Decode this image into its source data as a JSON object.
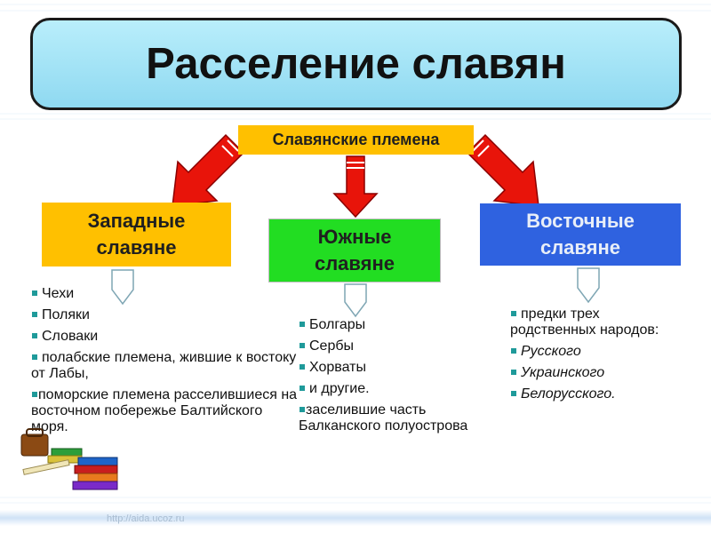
{
  "title": "Расселение славян",
  "root": {
    "label": "Славянские племена"
  },
  "groups": [
    {
      "line1": "Западные",
      "line2": "славяне",
      "items": [
        "Чехи",
        "Поляки",
        "Словаки",
        "полабские племена, жившие к востоку от Лабы,",
        "поморские племена расселившиеся на восточном побережье Балтийского моря."
      ]
    },
    {
      "line1": "Южные",
      "line2": "славяне",
      "items": [
        "Болгары",
        "Сербы",
        "Хорваты",
        "и другие.",
        "заселившие часть Балканского полуострова"
      ]
    },
    {
      "line1": "Восточные",
      "line2": "славяне",
      "items": [
        "предки трех родственных народов:",
        "Русского",
        "Украинского",
        "Белорусского."
      ]
    }
  ],
  "footer": {
    "url": "http://aida.ucoz.ru"
  },
  "colors": {
    "title_fill": "#a6e6f7",
    "root_fill": "#ffc000",
    "west_fill": "#ffc000",
    "south_fill": "#22dd22",
    "east_fill": "#2f62e0",
    "arrow": "#e8140a",
    "bullet": "#1f9a9a"
  },
  "icons": [
    "red-arrow-icon",
    "connector-arrow-icon",
    "square-bullet-icon",
    "books-clipart-icon"
  ]
}
